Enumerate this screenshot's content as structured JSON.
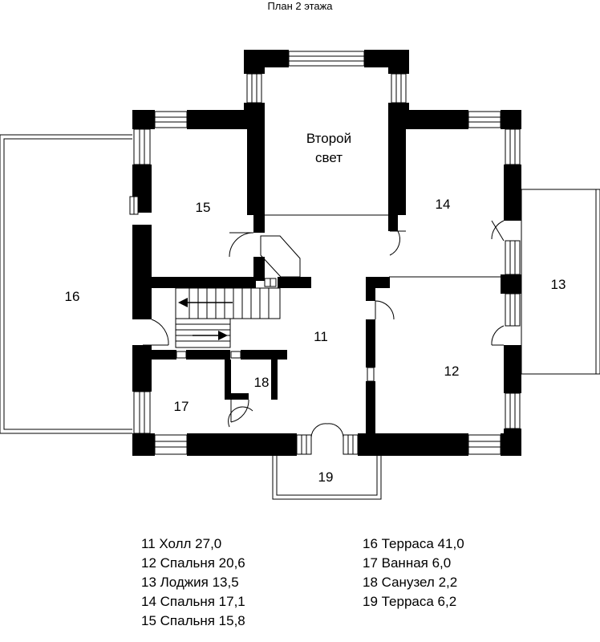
{
  "title": "План 2 этажа",
  "room_labels": {
    "r11": "11",
    "r12": "12",
    "r13": "13",
    "r14": "14",
    "r15": "15",
    "r16": "16",
    "r17": "17",
    "r18": "18",
    "r19": "19",
    "void_line1": "Второй",
    "void_line2": "свет"
  },
  "legend_left": [
    "11 Холл 27,0",
    "12 Спальня 20,6",
    "13 Лоджия 13,5",
    "14 Спальня 17,1",
    "15 Спальня 15,8"
  ],
  "legend_right": [
    "16 Терраса 41,0",
    "17 Ванная 6,0",
    "18 Санузел 2,2",
    "19 Терраса 6,2"
  ]
}
